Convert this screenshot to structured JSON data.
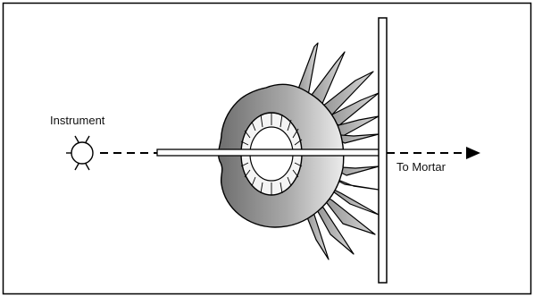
{
  "diagram": {
    "labels": {
      "instrument": "Instrument",
      "direction": "To Mortar"
    },
    "components": {
      "instrument_icon": "instrument-sight-icon",
      "sight_line": "dashed-line",
      "crater": "shell-crater",
      "rod": "direction-stake",
      "plate": "vertical-board"
    },
    "colors": {
      "outline": "#000000",
      "crater_fill_dark": "#6e6e6e",
      "crater_fill_light": "#e8e8e8",
      "background": "#ffffff"
    }
  }
}
